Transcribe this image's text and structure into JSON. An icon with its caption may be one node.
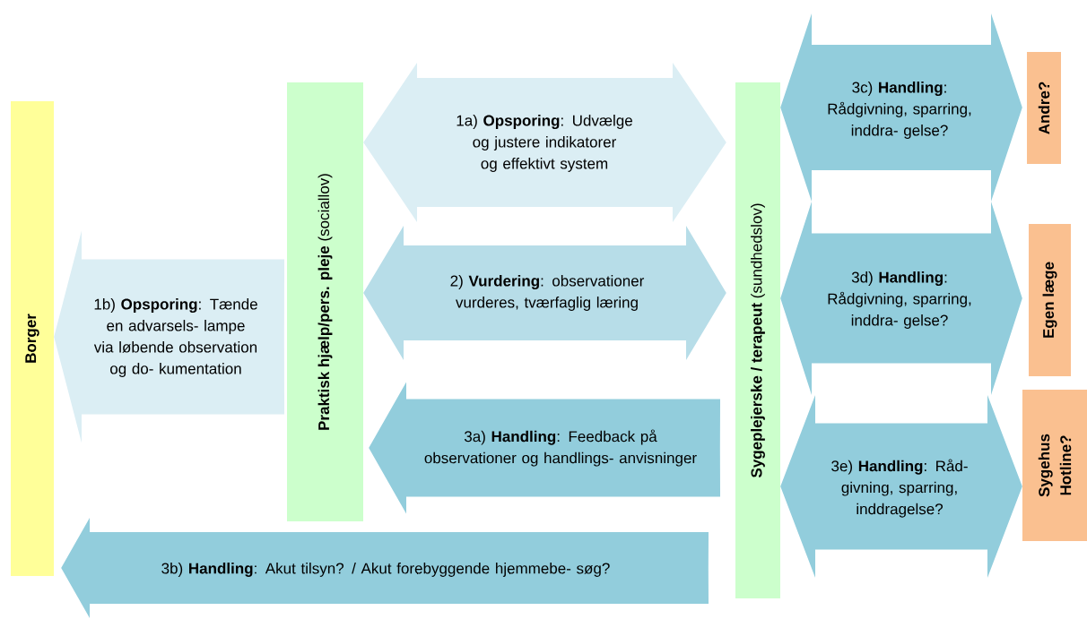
{
  "diagram": {
    "nodes": [
      {
        "text": [
          "Borger"
        ]
      },
      {
        "text": [
          "**Praktisk hjælp/pers. pleje** (sociallov)"
        ]
      },
      {
        "text": [
          "**Sygeplejerske / terapeut** (sundhedslov)"
        ]
      },
      {
        "text": [
          "Andre?"
        ]
      },
      {
        "text": [
          "Egen læge"
        ]
      },
      {
        "text": [
          "Sygehus Hotline?"
        ]
      }
    ],
    "edges": [
      {
        "from": 1,
        "to": 2,
        "arrow": "both",
        "label": "1a) **Opsporing**: Udvælge og justere indikatorer og effektivt system",
        "color": "#dbeef4"
      },
      {
        "from": 1,
        "to": 0,
        "arrow": "to",
        "label": "1b) **Opsporing**: Tænde en advarsels- lampe via løbende observation og do- kumentation",
        "color": "#dbeef4"
      },
      {
        "from": 1,
        "to": 2,
        "arrow": "both",
        "label": "2) **Vurdering**: observationer vurderes, tværfaglig læring",
        "color": "#b7dde8"
      },
      {
        "from": 2,
        "to": 1,
        "arrow": "to",
        "label": "3a) **Handling**: Feedback på observationer og handlings- anvisninger"
      },
      {
        "from": 2,
        "to": 0,
        "arrow": "to",
        "label": "3b) **Handling**: Akut tilsyn? / Akut forebyggende hjemmebe- søg?"
      },
      {
        "from": 2,
        "to": 3,
        "arrow": "both",
        "label": "3c) **Handling**: Rådgivning, sparring, inddra- gelse?"
      },
      {
        "from": 2,
        "to": 4,
        "arrow": "both",
        "label": "3d) **Handling**: Rådgivning, sparring, inddra- gelse?"
      },
      {
        "from": 2,
        "to": 5,
        "arrow": "both",
        "label": "3e) **Handling**: Råd- givning, sparring, inddragelse?"
      }
    ]
  }
}
